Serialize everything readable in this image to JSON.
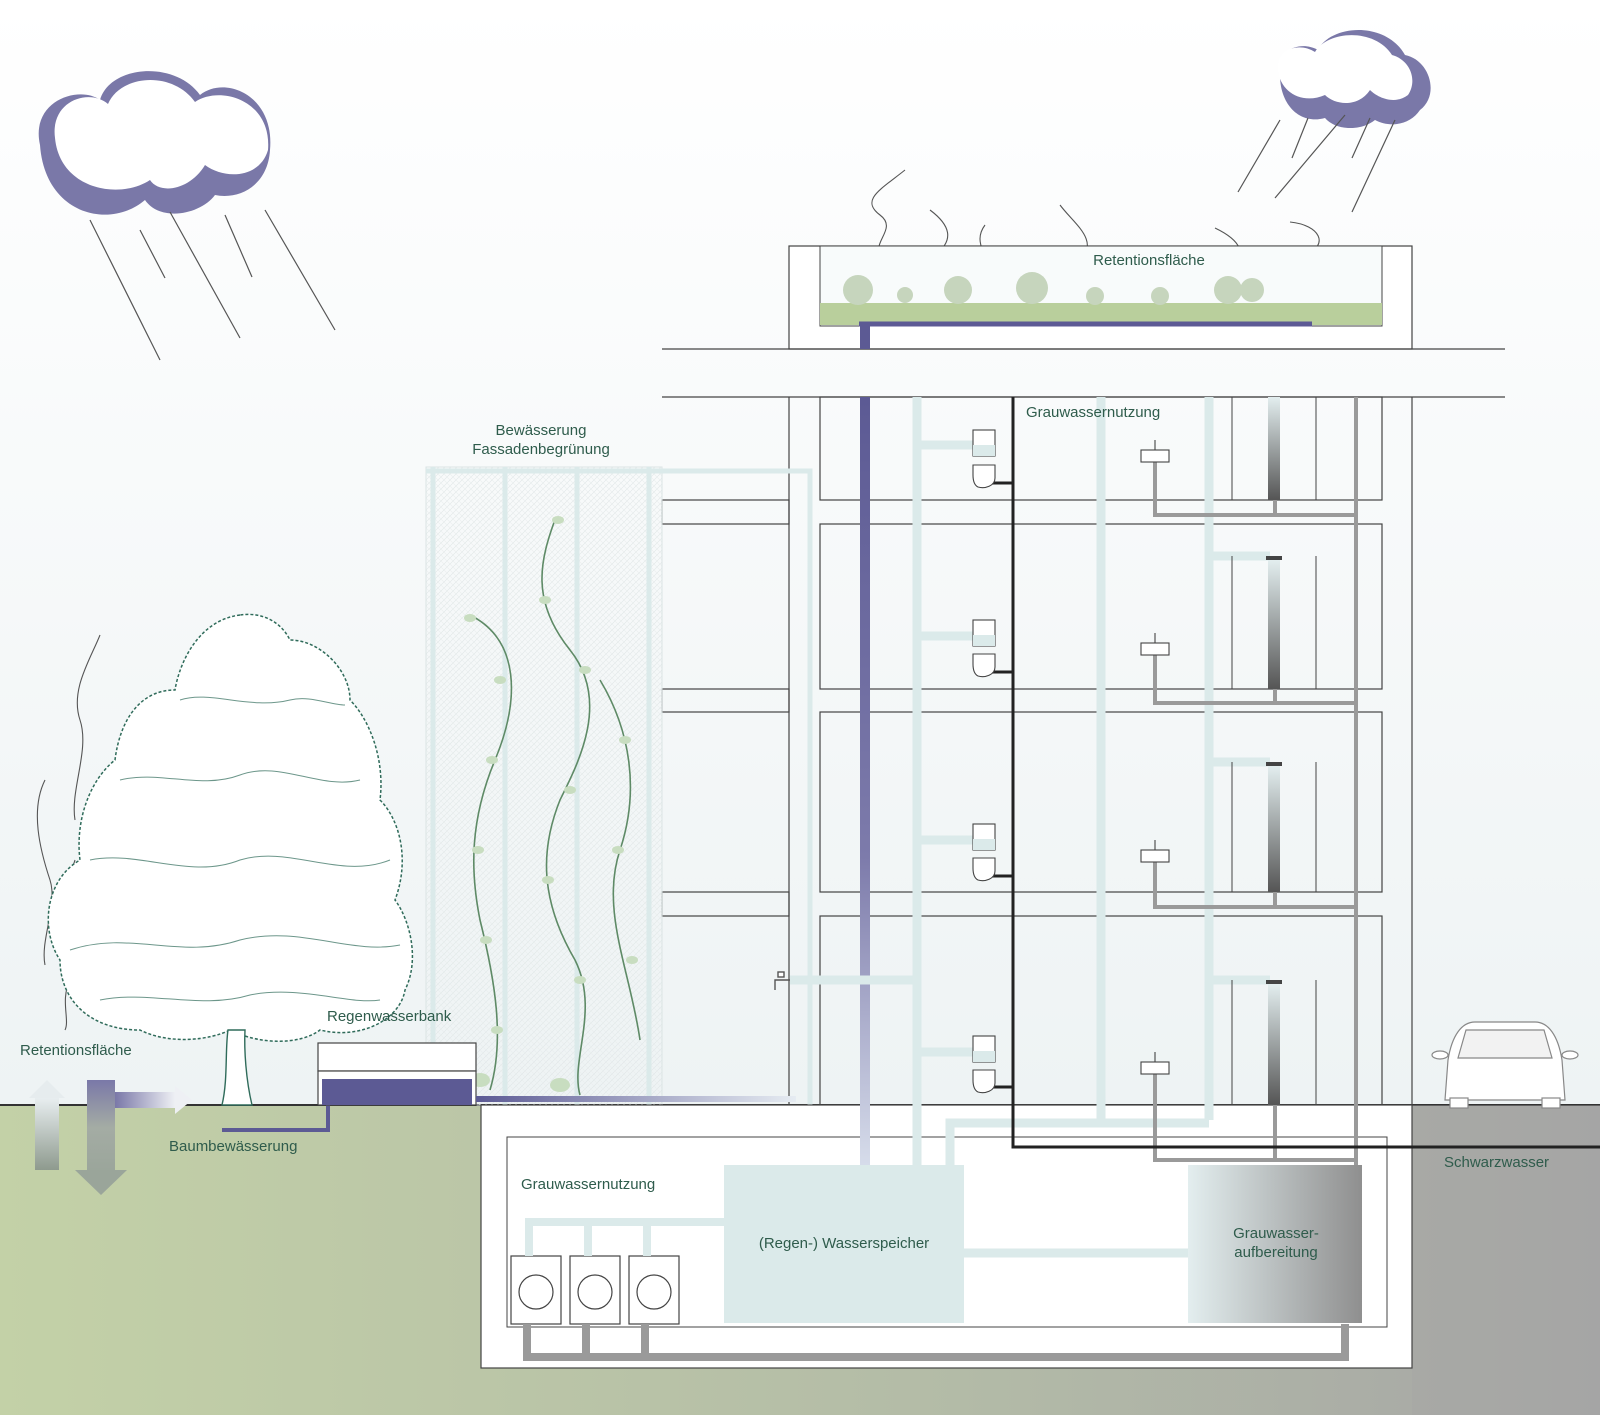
{
  "labels": {
    "roof_retention": "Retentionsfläche",
    "greywater_use_top": "Grauwassernutzung",
    "facade_irrigation_line1": "Bewässerung",
    "facade_irrigation_line2": "Fassadenbegrünung",
    "rainwater_bench": "Regenwasserbank",
    "ground_retention": "Retentionsfläche",
    "tree_irrigation": "Baumbewässerung",
    "greywater_use_basement": "Grauwassernutzung",
    "water_storage": "(Regen-) Wasserspeicher",
    "greywater_treatment_line1": "Grauwasser-",
    "greywater_treatment_line2": "aufbereitung",
    "blackwater": "Schwarzwasser"
  },
  "colors": {
    "cloud": "#7a78a8",
    "rain_pipe": "#5c5a94",
    "greywater_pipe": "#dbeaea",
    "grey_pipe": "#9a9a9a",
    "black_pipe": "#222222",
    "ground": "#b9c7a6",
    "roof_green": "#b9cf9c",
    "label_text": "#2f5c4c"
  },
  "icons": [
    "cloud-icon",
    "tree-icon",
    "climbing-plant-icon",
    "toilet-icon",
    "sink-icon",
    "shower-icon",
    "washing-machine-icon",
    "tap-icon",
    "car-icon"
  ]
}
